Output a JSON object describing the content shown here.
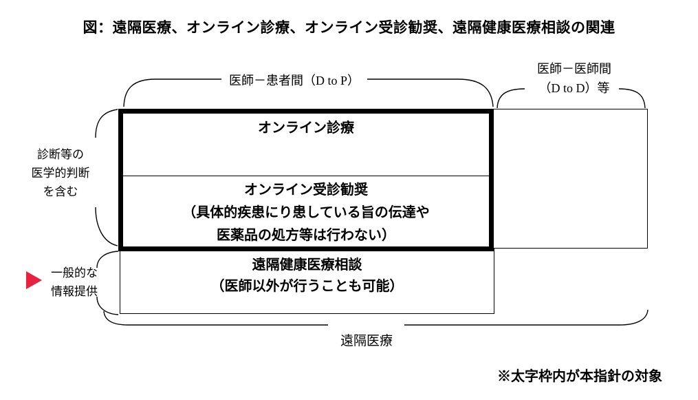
{
  "title": "図：遠隔医療、オンライン診療、オンライン受診勧奨、遠隔健康医療相談の関連",
  "relations": {
    "doctor_patient": "医師－患者間（D to P）",
    "doctor_doctor": [
      "医師－医師間",
      "（D to D）等"
    ]
  },
  "side_labels": {
    "medical_judgment": [
      "診断等の",
      "医学的判断",
      "を含む"
    ],
    "general_info": [
      "一般的な",
      "情報提供"
    ]
  },
  "boxes": {
    "online_care": {
      "title": "オンライン診療"
    },
    "referral_recommendation": {
      "lines": [
        "オンライン受診勧奨",
        "（具体的疾患にり患している旨の伝達や",
        "医薬品の処方等は行わない）"
      ]
    },
    "health_consultation": {
      "lines": [
        "遠隔健康医療相談",
        "（医師以外が行うことも可能）"
      ]
    }
  },
  "bottom_label": "遠隔医療",
  "note": "※太字枠内が本指針の対象",
  "icons": {
    "red_arrow": "right-pointing-triangle"
  },
  "colors": {
    "accent_red": "#e8213f",
    "line_black": "#000000"
  }
}
